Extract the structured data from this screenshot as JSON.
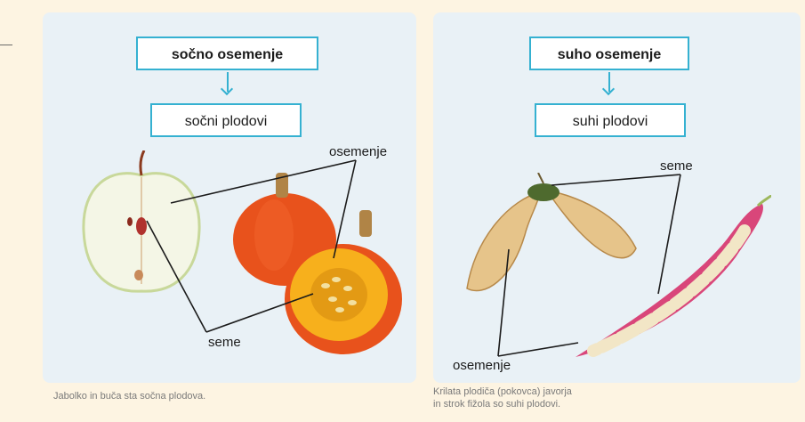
{
  "left_panel": {
    "top_box": "sočno osemenje",
    "second_box": "sočni plodovi",
    "label_osemenje": "osemenje",
    "label_seme": "seme",
    "caption": "Jabolko in buča sta sočna plodova."
  },
  "right_panel": {
    "top_box": "suho osemenje",
    "second_box": "suhi plodovi",
    "label_seme": "seme",
    "label_osemenje": "osemenje",
    "caption_line1": "Krilata plodiča (pokovca) javorja",
    "caption_line2": "in strok fižola so suhi plodovi."
  },
  "colors": {
    "accent": "#35b1d1",
    "panel_bg": "#e9f1f6",
    "page_bg": "#fdf4e2"
  }
}
